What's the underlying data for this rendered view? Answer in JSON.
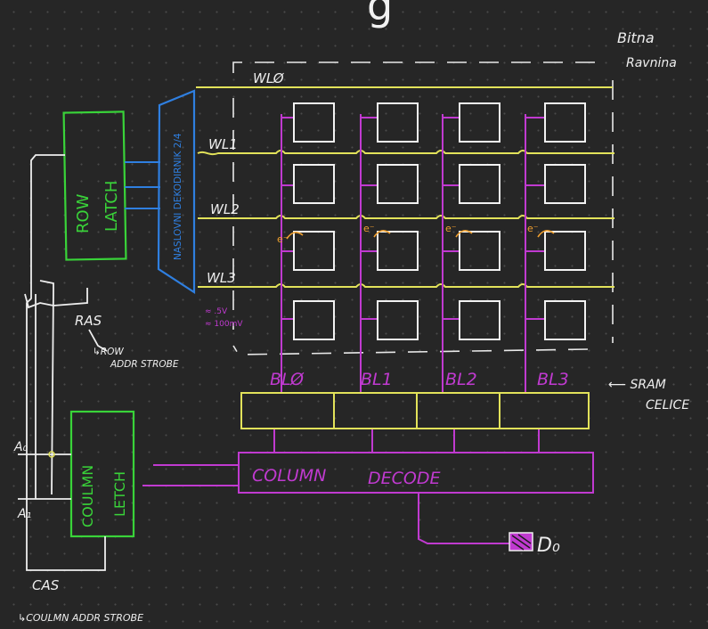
{
  "labels": {
    "title_fragment": "g",
    "bitna": "Bitna",
    "ravnina": "Ravnina",
    "wl0": "WLØ",
    "wl1": "WL1",
    "wl2": "WL2",
    "wl3": "WL3",
    "row_latch_1": "ROW",
    "row_latch_2": "LATCH",
    "decoder": "NASLOVNI DEKODIRNIK 2/4",
    "ras": "RAS",
    "row_strobe_1": "↳ROW",
    "row_strobe_2": "ADDR STROBE",
    "voltage_1": "≈ .5V",
    "voltage_2": "≈ 100mV",
    "bl0": "BLØ",
    "bl1": "BL1",
    "bl2": "BL2",
    "bl3": "BL3",
    "sram_1": "⟵ SRAM",
    "sram_2": "CELICE",
    "a0": "A₀",
    "a1": "A₁",
    "column_latch_1": "COULMN",
    "column_latch_2": "LETCH",
    "column": "COLUMN",
    "decode": "DECODE",
    "d0": "D₀",
    "cas": "CAS",
    "column_strobe": "↳COULMN ADDR STROBE",
    "electron": "e⁻"
  },
  "colors": {
    "background": "#262626",
    "wordline": "#e2e25a",
    "bitline": "#c03ad0",
    "cell": "#f2f2f2",
    "latch": "#39d339",
    "decoder": "#2f7fe0",
    "charge": "#f0a030",
    "ink": "#eeeeee"
  }
}
